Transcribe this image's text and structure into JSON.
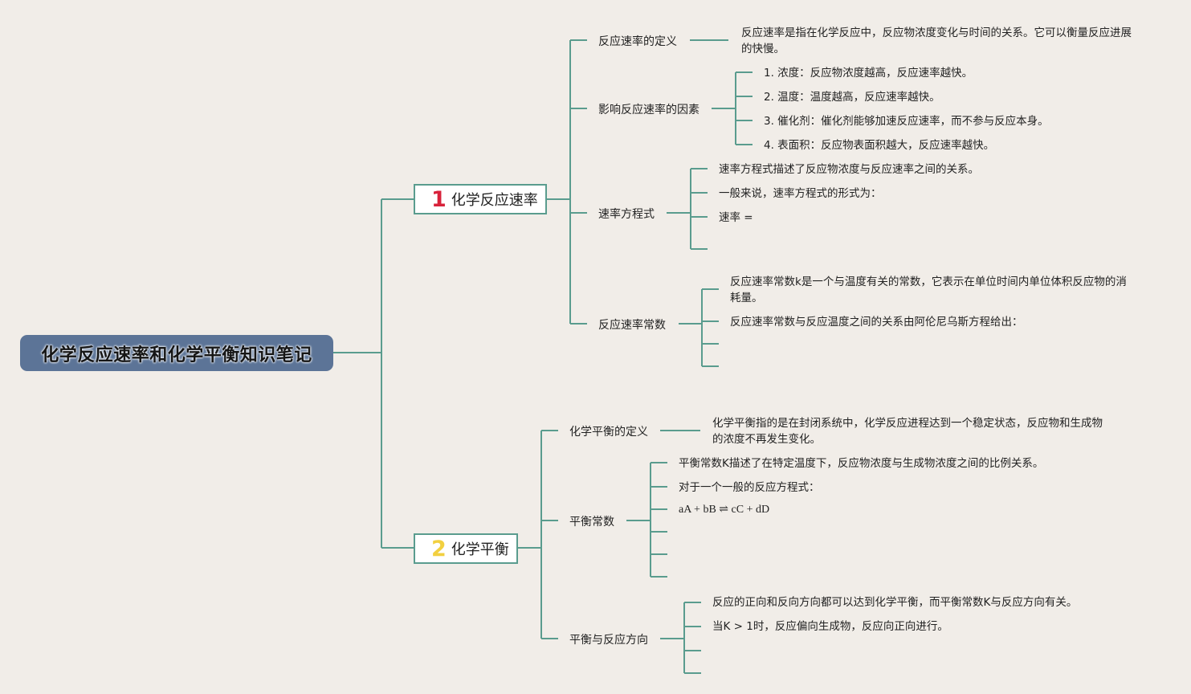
{
  "title": "化学反应速率和化学平衡知识笔记",
  "colors": {
    "line": "#5a9c8e",
    "root_bg": "#5c7497",
    "background": "#f1ede8",
    "num1": "#d8223b",
    "num2": "#f2d040"
  },
  "sections": [
    {
      "num": "1",
      "label": "化学反应速率",
      "topics": [
        {
          "label": "反应速率的定义",
          "items": [
            "反应速率是指在化学反应中，反应物浓度变化与时间的关系。它可以衡量反应进展的快慢。"
          ]
        },
        {
          "label": "影响反应速率的因素",
          "items": [
            "1. 浓度：反应物浓度越高，反应速率越快。",
            "2. 温度：温度越高，反应速率越快。",
            "3. 催化剂：催化剂能够加速反应速率，而不参与反应本身。",
            "4. 表面积：反应物表面积越大，反应速率越快。"
          ]
        },
        {
          "label": "速率方程式",
          "items": [
            "速率方程式描述了反应物浓度与反应速率之间的关系。",
            "一般来说，速率方程式的形式为：",
            "速率 =",
            ""
          ]
        },
        {
          "label": "反应速率常数",
          "items": [
            "反应速率常数k是一个与温度有关的常数，它表示在单位时间内单位体积反应物的消耗量。",
            "反应速率常数与反应温度之间的关系由阿伦尼乌斯方程给出：",
            "",
            ""
          ]
        }
      ]
    },
    {
      "num": "2",
      "label": "化学平衡",
      "topics": [
        {
          "label": "化学平衡的定义",
          "items": [
            "化学平衡指的是在封闭系统中，化学反应进程达到一个稳定状态，反应物和生成物的浓度不再发生变化。"
          ]
        },
        {
          "label": "平衡常数",
          "items": [
            "平衡常数K描述了在特定温度下，反应物浓度与生成物浓度之间的比例关系。",
            "对于一个一般的反应方程式：",
            "aA + bB ⇌ cC + dD",
            "",
            "",
            ""
          ]
        },
        {
          "label": "平衡与反应方向",
          "items": [
            "反应的正向和反向方向都可以达到化学平衡，而平衡常数K与反应方向有关。",
            "当K > 1时，反应偏向生成物，反应向正向进行。",
            "",
            ""
          ]
        }
      ]
    }
  ]
}
